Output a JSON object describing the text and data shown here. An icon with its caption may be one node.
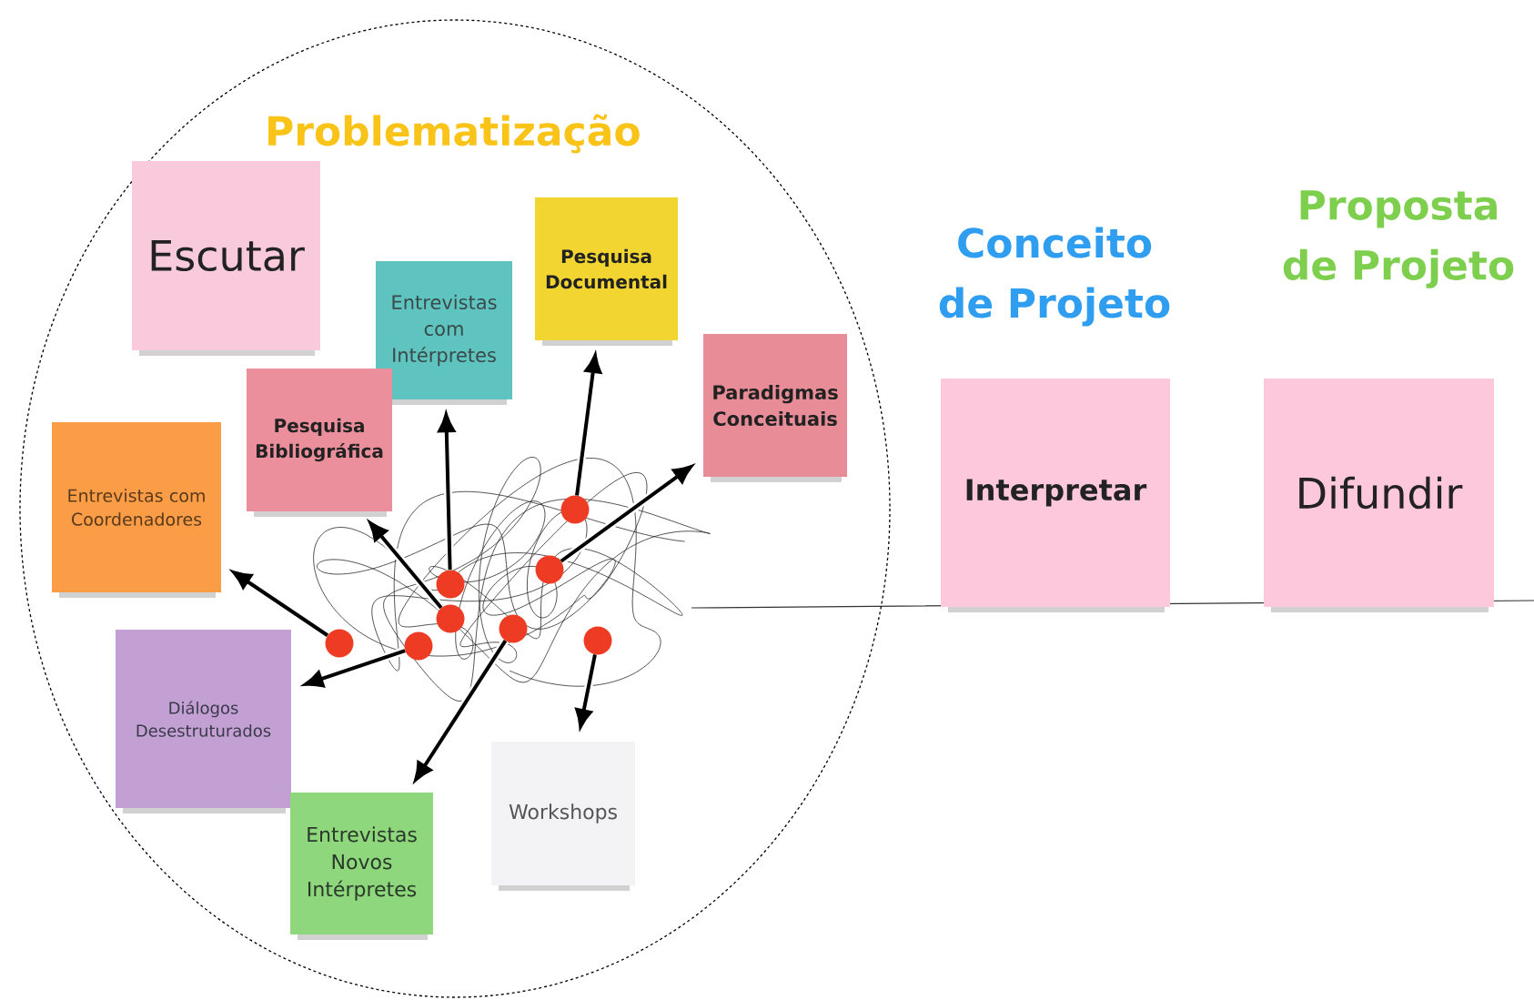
{
  "diagram": {
    "nodes": [
      {
        "text": [
          "Problematização"
        ]
      },
      {
        "text": [
          "Escutar"
        ],
        "in": 0
      },
      {
        "text": [
          "Entrevistas com Intérpretes"
        ],
        "in": 0
      },
      {
        "text": [
          "Pesquisa Documental"
        ],
        "in": 0
      },
      {
        "text": [
          "Pesquisa Bibliográfica"
        ],
        "in": 0
      },
      {
        "text": [
          "Paradigmas Conceituais"
        ],
        "in": 0
      },
      {
        "text": [
          "Entrevistas com Coordenadores"
        ],
        "in": 0
      },
      {
        "text": [
          "Diálogos Desestruturados"
        ],
        "in": 0
      },
      {
        "text": [
          "Entrevistas Novos Intérpretes"
        ],
        "in": 0
      },
      {
        "text": [
          "Workshops"
        ],
        "in": 0
      },
      {
        "text": [
          "Interpretar"
        ]
      },
      {
        "text": [
          "Difundir"
        ]
      },
      {
        "text": [],
        "shape": "circle",
        "in": 0
      },
      {
        "text": [],
        "shape": "circle",
        "in": 0
      },
      {
        "text": [],
        "shape": "circle",
        "in": 0
      },
      {
        "text": [],
        "shape": "circle",
        "in": 0
      },
      {
        "text": [],
        "shape": "circle",
        "in": 0
      },
      {
        "text": [],
        "shape": "circle",
        "in": 0
      },
      {
        "text": [],
        "shape": "circle",
        "in": 0
      },
      {
        "text": [],
        "shape": "circle",
        "in": 0
      }
    ],
    "edges": [
      {
        "from": 12,
        "to": 6,
        "arrow": "to"
      },
      {
        "from": 13,
        "to": 7,
        "arrow": "to"
      },
      {
        "from": 15,
        "to": 4,
        "arrow": "to"
      },
      {
        "from": 14,
        "to": 2,
        "arrow": "to"
      },
      {
        "from": 16,
        "to": 8,
        "arrow": "to"
      },
      {
        "from": 17,
        "to": 5,
        "arrow": "to"
      },
      {
        "from": 18,
        "to": 3,
        "arrow": "to"
      },
      {
        "from": 19,
        "to": 9,
        "arrow": "to"
      }
    ],
    "labels": [
      "Conceito de Projeto",
      "Proposta de Projeto"
    ]
  }
}
